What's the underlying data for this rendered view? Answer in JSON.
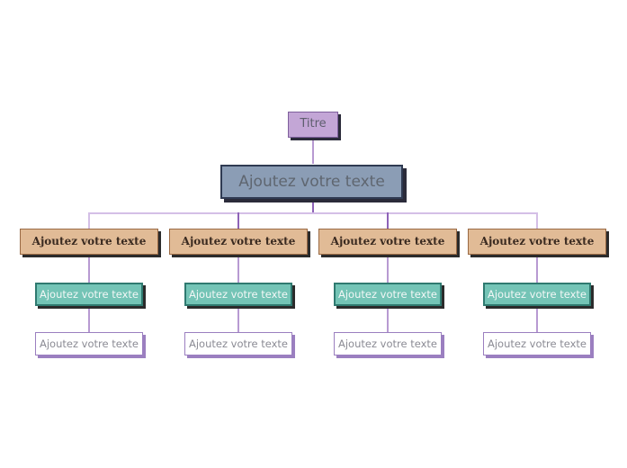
{
  "diagram": {
    "type": "organization-chart",
    "background_color": "#ffffff",
    "title_node": {
      "label": "Titre",
      "fill": "#c3a6d6",
      "border": "#7e5f9c",
      "text_color": "#5e5e6e"
    },
    "banner_node": {
      "label": "Ajoutez votre texte",
      "fill": "#8b9db5",
      "border": "#2f3a52",
      "text_color": "#5f6670"
    },
    "connector_colors": {
      "primary": "#b89ad2",
      "dark": "#8e63b8",
      "light": "#d4bfe6"
    },
    "branches": [
      {
        "level3": {
          "label": "Ajoutez votre texte",
          "fill": "#e1bb96",
          "border": "#9a6a44"
        },
        "level4": {
          "label": "Ajoutez votre texte",
          "fill": "#74c4b6",
          "border": "#2f7a70"
        },
        "level5": {
          "label": "Ajoutez votre texte",
          "fill": "#ffffff",
          "border": "#9b7fc0"
        }
      },
      {
        "level3": {
          "label": "Ajoutez votre texte",
          "fill": "#e1bb96",
          "border": "#9a6a44"
        },
        "level4": {
          "label": "Ajoutez votre texte",
          "fill": "#74c4b6",
          "border": "#2f7a70"
        },
        "level5": {
          "label": "Ajoutez votre texte",
          "fill": "#ffffff",
          "border": "#9b7fc0"
        }
      },
      {
        "level3": {
          "label": "Ajoutez votre texte",
          "fill": "#e1bb96",
          "border": "#9a6a44"
        },
        "level4": {
          "label": "Ajoutez votre texte",
          "fill": "#74c4b6",
          "border": "#2f7a70"
        },
        "level5": {
          "label": "Ajoutez votre texte",
          "fill": "#ffffff",
          "border": "#9b7fc0"
        }
      },
      {
        "level3": {
          "label": "Ajoutez votre texte",
          "fill": "#e1bb96",
          "border": "#9a6a44"
        },
        "level4": {
          "label": "Ajoutez votre texte",
          "fill": "#74c4b6",
          "border": "#2f7a70"
        },
        "level5": {
          "label": "Ajoutez votre texte",
          "fill": "#ffffff",
          "border": "#9b7fc0"
        }
      }
    ]
  }
}
